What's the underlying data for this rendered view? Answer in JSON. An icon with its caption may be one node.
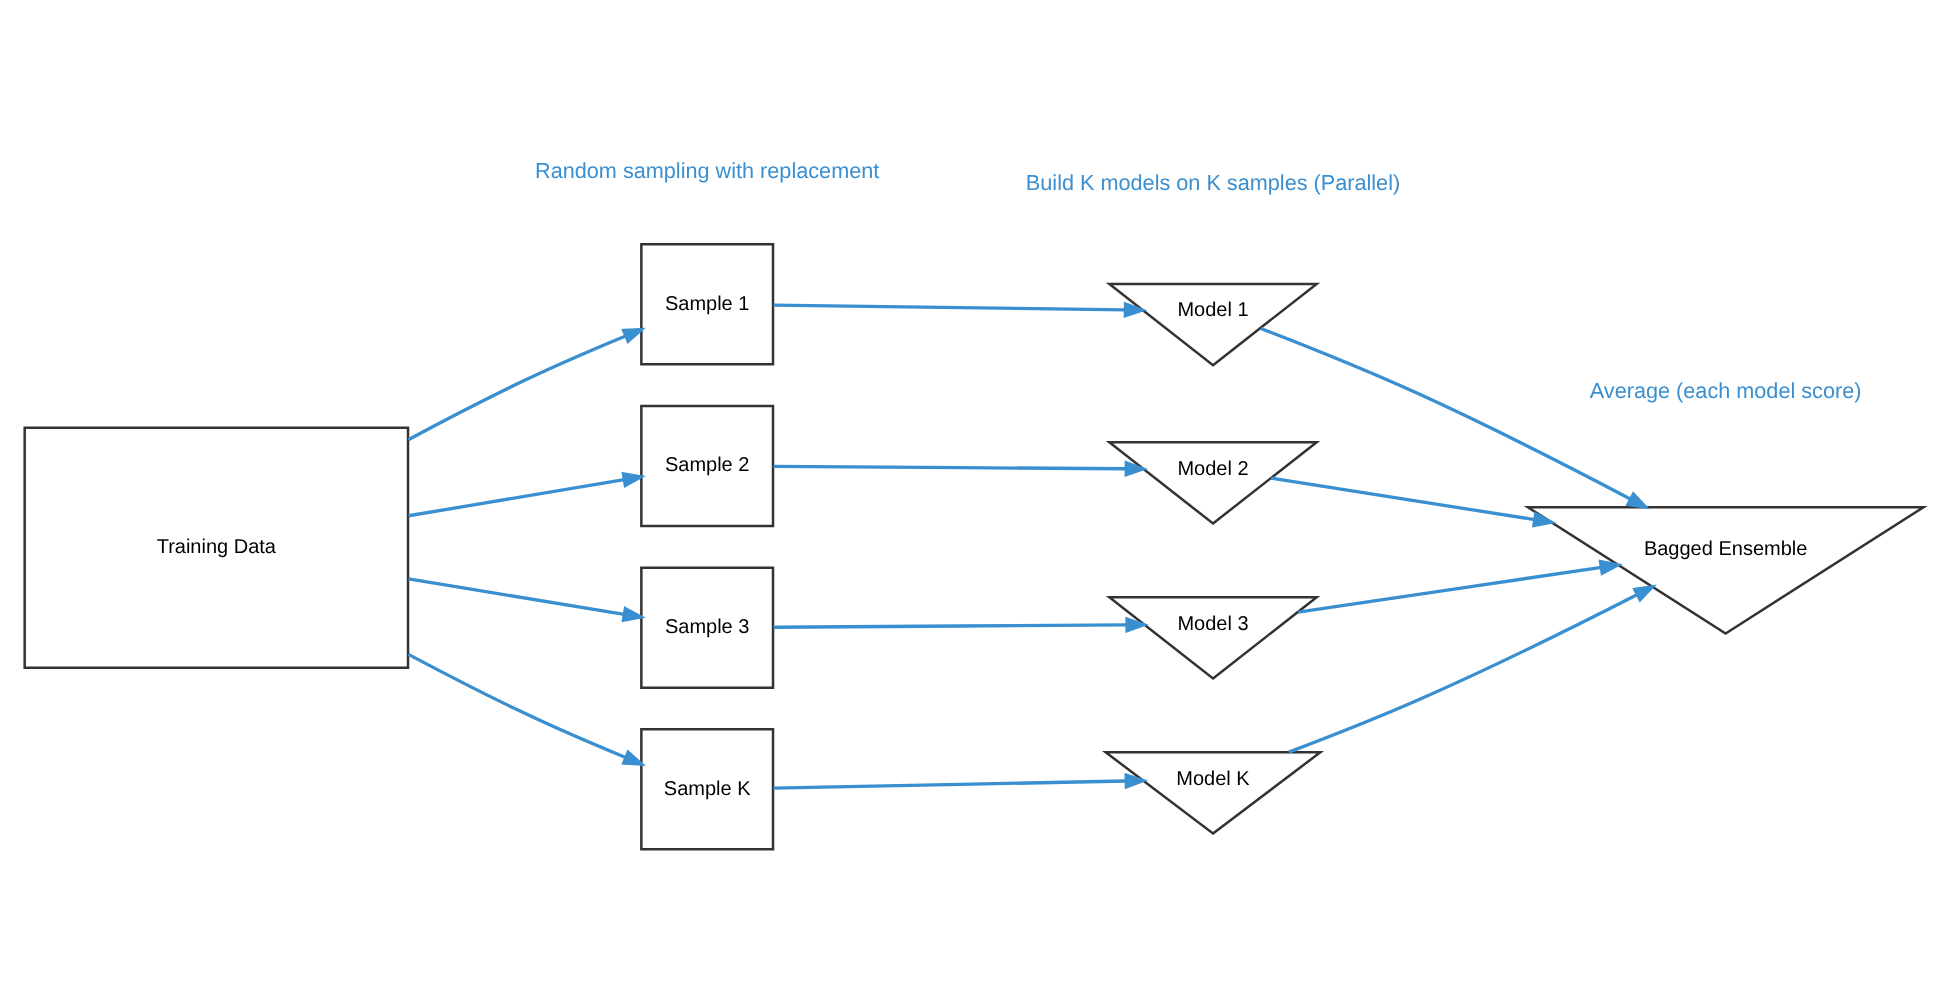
{
  "diagram": {
    "nodes": [
      {
        "text": [
          "Training Data"
        ]
      },
      {
        "text": [
          "Sample 1"
        ]
      },
      {
        "text": [
          "Sample 2"
        ]
      },
      {
        "text": [
          "Sample 3"
        ]
      },
      {
        "text": [
          "Sample K"
        ]
      },
      {
        "text": [
          "Model 1"
        ]
      },
      {
        "text": [
          "Model 2"
        ]
      },
      {
        "text": [
          "Model 3"
        ]
      },
      {
        "text": [
          "Model K"
        ]
      },
      {
        "text": [
          "Bagged Ensemble"
        ]
      }
    ],
    "edges": [
      {
        "from": 0,
        "to": 1,
        "arrow": "to"
      },
      {
        "from": 0,
        "to": 2,
        "arrow": "to"
      },
      {
        "from": 0,
        "to": 3,
        "arrow": "to"
      },
      {
        "from": 0,
        "to": 4,
        "arrow": "to"
      },
      {
        "from": 1,
        "to": 5,
        "arrow": "to"
      },
      {
        "from": 2,
        "to": 6,
        "arrow": "to"
      },
      {
        "from": 3,
        "to": 7,
        "arrow": "to"
      },
      {
        "from": 4,
        "to": 8,
        "arrow": "to"
      },
      {
        "from": 5,
        "to": 9,
        "arrow": "to"
      },
      {
        "from": 6,
        "to": 9,
        "arrow": "to"
      },
      {
        "from": 7,
        "to": 9,
        "arrow": "to"
      },
      {
        "from": 8,
        "to": 9,
        "arrow": "to"
      }
    ],
    "labels": [
      "Average (each model score)",
      "Random sampling with replacement",
      "Build K models on K samples (Parallel)"
    ]
  }
}
